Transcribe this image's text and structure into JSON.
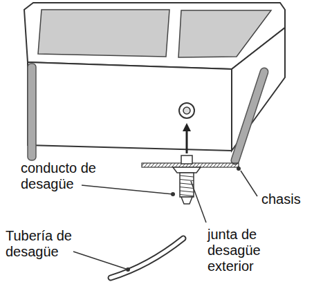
{
  "diagram": {
    "labels": [
      "conducto de desagüe",
      "chasis",
      "Tubería de desagüe",
      "junta de desagüe exterior"
    ]
  }
}
